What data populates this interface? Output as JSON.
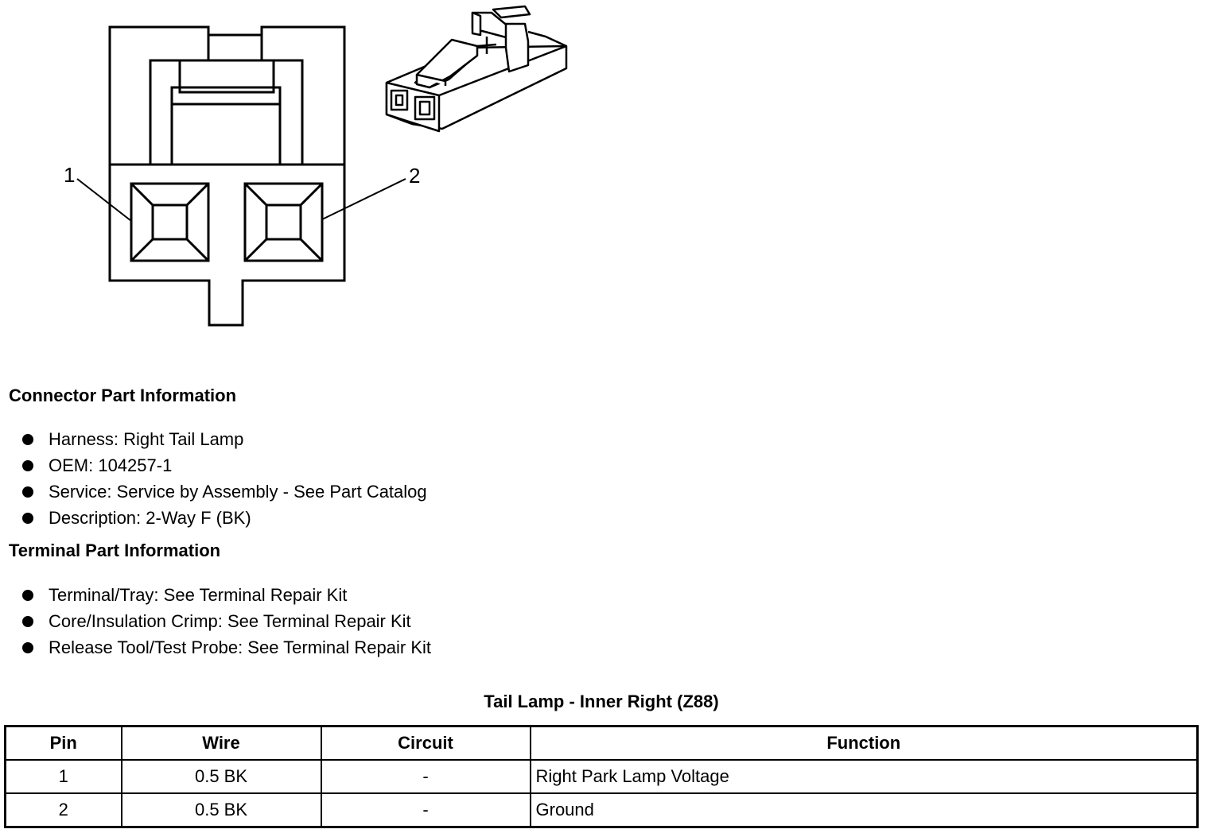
{
  "diagram": {
    "pin_labels": [
      "1",
      "2"
    ]
  },
  "connector_info": {
    "heading": "Connector Part Information",
    "items": [
      "Harness: Right Tail Lamp",
      "OEM: 104257-1",
      "Service: Service by Assembly - See Part Catalog",
      "Description: 2-Way F (BK)"
    ]
  },
  "terminal_info": {
    "heading": "Terminal Part Information",
    "items": [
      "Terminal/Tray: See Terminal Repair Kit",
      "Core/Insulation Crimp: See Terminal Repair Kit",
      "Release Tool/Test Probe: See Terminal Repair Kit"
    ]
  },
  "table": {
    "title": "Tail Lamp - Inner Right (Z88)",
    "headers": [
      "Pin",
      "Wire",
      "Circuit",
      "Function"
    ],
    "rows": [
      [
        "1",
        "0.5 BK",
        "-",
        "Right Park Lamp Voltage"
      ],
      [
        "2",
        "0.5 BK",
        "-",
        "Ground"
      ]
    ]
  }
}
